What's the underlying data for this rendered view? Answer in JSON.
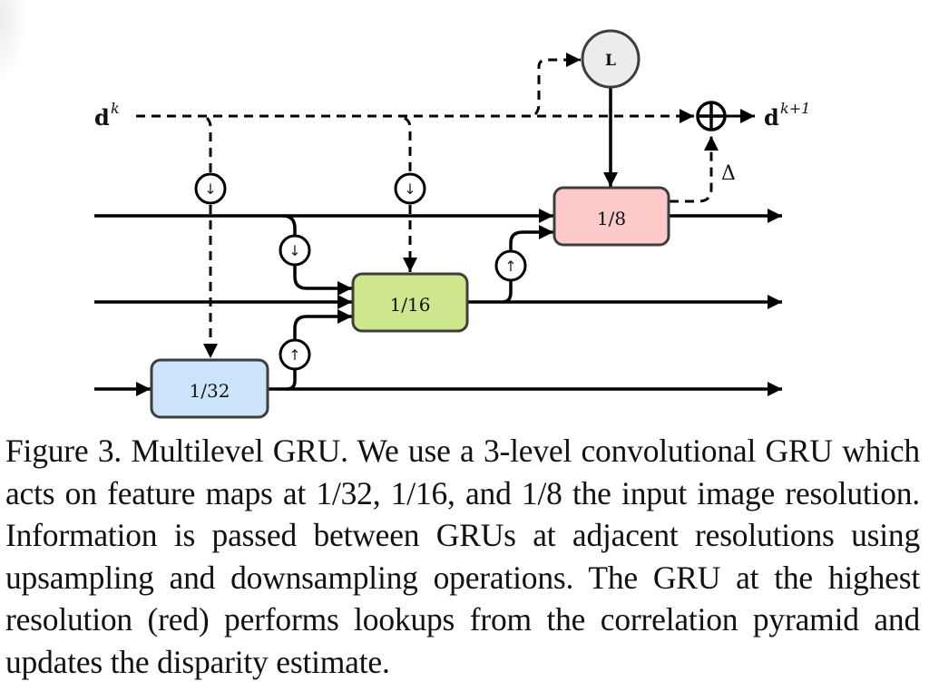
{
  "figure": {
    "input_label": "d",
    "input_sup": "k",
    "output_label": "d",
    "output_sup": "k+1",
    "lookup_label": "L",
    "delta_label": "Δ",
    "plus_symbol": "⊕",
    "down_symbol": "↓",
    "up_symbol": "↑",
    "boxes": [
      {
        "id": "gru-1-32",
        "label": "1/32",
        "color": "#cce4fa"
      },
      {
        "id": "gru-1-16",
        "label": "1/16",
        "color": "#cfe78c"
      },
      {
        "id": "gru-1-8",
        "label": "1/8",
        "color": "#fdcaca"
      }
    ],
    "lookup_color": "#ececec"
  },
  "caption": {
    "text": "Figure 3. Multilevel GRU. We use a 3-level convolutional GRU which acts on feature maps at 1/32, 1/16, and 1/8 the input image resolution. Information is passed between GRUs at adjacent resolutions using upsampling and downsampling operations. The GRU at the highest resolution (red) performs lookups from the correlation pyramid and updates the disparity estimate."
  }
}
